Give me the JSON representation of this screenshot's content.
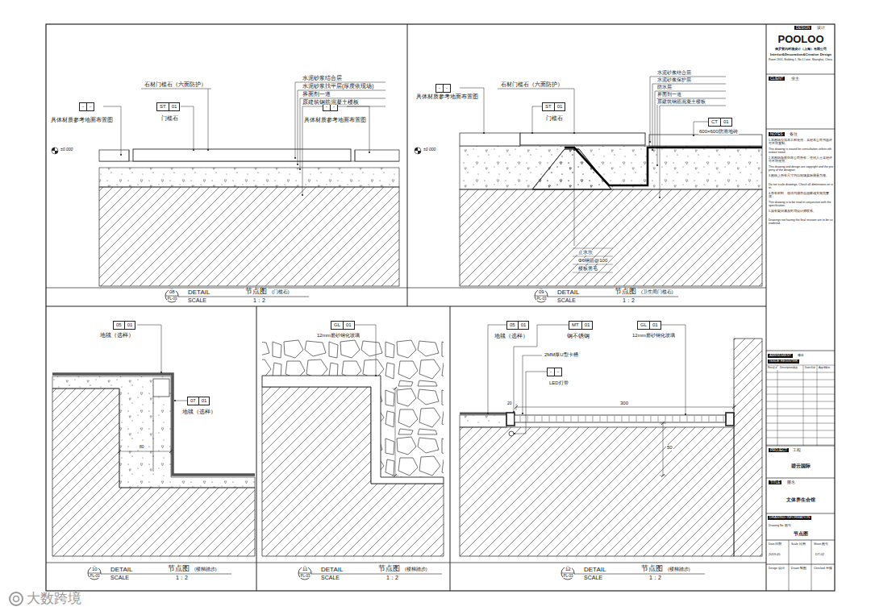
{
  "diagram": {
    "nodes": [
      {
        "text": [
          "-",
          "-"
        ]
      },
      {
        "text": [
          "ST",
          "01"
        ]
      },
      {
        "text": [
          "-",
          "-"
        ]
      },
      {
        "text": [
          "-",
          "-"
        ]
      },
      {
        "text": [
          "ST",
          "01"
        ]
      },
      {
        "text": [
          "CT",
          "01"
        ]
      },
      {
        "text": [
          "05",
          "01"
        ]
      },
      {
        "text": [
          "07",
          "01"
        ]
      },
      {
        "text": [
          "GL",
          "01"
        ]
      },
      {
        "text": [
          "05",
          "01"
        ]
      },
      {
        "text": [
          "MT",
          "01"
        ]
      },
      {
        "text": [
          "GL",
          "01"
        ]
      },
      {
        "text": [
          "-",
          "-"
        ]
      }
    ],
    "labels": [
      "水泥砂浆结合层",
      "水泥砂浆找平层(厚度依现场)",
      "界面剂一道",
      "原建筑钢筋混凝土楼板",
      "石材门槛石（六面防护）",
      "门槛石",
      "具体材质参考地面布置图",
      "具体材质参考地面布置图",
      "±0.000",
      "08",
      "PL-03",
      "DETAIL",
      "节点图",
      "(门槛石)",
      "SCALE",
      "1：2",
      "水泥砂浆结合层",
      "水泥砂浆保护层",
      "防水层",
      "界面剂一道",
      "原建筑钢筋混凝土楼板",
      "石材门槛石（六面防护）",
      "门槛石",
      "具体材质参考地面布置图",
      "600×600防滑地砖",
      "±0.000",
      "止水坎",
      "Φ6钢筋@100",
      "楼板凿毛",
      "09",
      "PL-03",
      "DETAIL",
      "节点图",
      "(卫生间门槛石)",
      "SCALE",
      "1：2",
      "地毯（选样）",
      "地毯（选样）",
      "80",
      "10",
      "PL-03",
      "DETAIL",
      "节点图",
      "(楼梯踏步)",
      "SCALE",
      "1：2",
      "12mm磨砂钢化玻璃",
      "11",
      "PL-03",
      "DETAIL",
      "节点图",
      "(楼梯踏步)",
      "SCALE",
      "1：2",
      "地毯（选样）",
      "钢不锈钢",
      "12mm磨砂钢化玻璃",
      "2MM厚U型卡槽",
      "LED灯带",
      "300",
      "50",
      "20",
      "12",
      "PL-03",
      "DETAIL",
      "节点图",
      "(楼梯踏步)",
      "SCALE",
      "1：2",
      "DESIGN",
      "设计",
      "POOLOO",
      "保罗室内环境设计（上海）有限公司",
      "Interior&Decoration&Creative Design",
      "Room 1901, Building 1, No.1 Lane, Shanghai, China",
      "CLIENT",
      "业主",
      "NOTES",
      "备注",
      "1.本图纸仅供本工程使用，未经本公司书面许可不得复制。",
      "This drawing is issued for consultation unless otherwise noted.",
      "2.本图纸版权归本公司所有，任何人士未经许可不得使用。",
      "This drawing and design are copyright and the property of the designer.",
      "3.图纸上所有尺寸均以现场实际测量为准。",
      "Do not scale drawings. Check all dimensions on site.",
      "4.所有材料、做法均须符合国家相关规范要求。",
      "This drawing is to be read in conjunction with the specification.",
      "5.如有疑问请及时与设计师联系。",
      "Drawings not having the final revision are to be considered.",
      "AMENDMENT",
      "修改",
      "ISSUE REGISTER",
      "Rev版本",
      "Description描述",
      "Date日期",
      "App'd审核",
      "PROJECT",
      "工程",
      "碧云国际",
      "TITLE",
      "图名",
      "文体养生会馆",
      "DRAWING INFORMATION",
      "Drawing No. 图号",
      "节点图",
      "Date 日期",
      "2019.05",
      "Scale 比例",
      "Sheet 图号",
      "DT-02",
      "Design 设计",
      "Drawn 制图",
      "Checked 审核",
      "大数跨境"
    ]
  }
}
